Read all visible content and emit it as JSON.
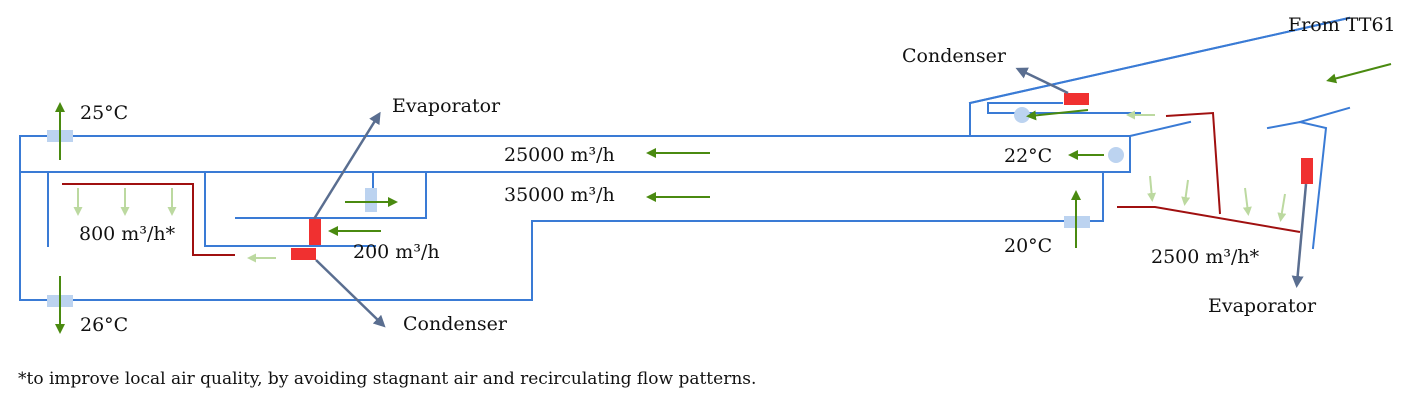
{
  "colors": {
    "wall": "#3a7bd5",
    "duct_red": "#a01010",
    "flow_arrow": "#4a8a10",
    "light_flow": "#bcd9a0",
    "equipment_arrow": "#5a6e90",
    "red_unit": "#f03030",
    "sensor": "#bcd3f0"
  },
  "labels": {
    "temp_25": "25°C",
    "temp_26": "26°C",
    "temp_22": "22°C",
    "temp_20": "20°C",
    "flow_800": "800 m³/h*",
    "flow_200": "200 m³/h",
    "flow_25000": "25000 m³/h",
    "flow_35000": "35000 m³/h",
    "flow_2500": "2500 m³/h*",
    "evaporator_left": "Evaporator",
    "condenser_left": "Condenser",
    "condenser_right": "Condenser",
    "evaporator_right": "Evaporator",
    "from_tt61": "From TT61"
  },
  "footnote": "*to improve local air quality, by avoiding stagnant air and recirculating flow patterns.",
  "icons": {
    "sensor_square": "square-sensor-icon",
    "sensor_circle": "circle-sensor-icon",
    "red_unit": "red-unit-icon"
  }
}
